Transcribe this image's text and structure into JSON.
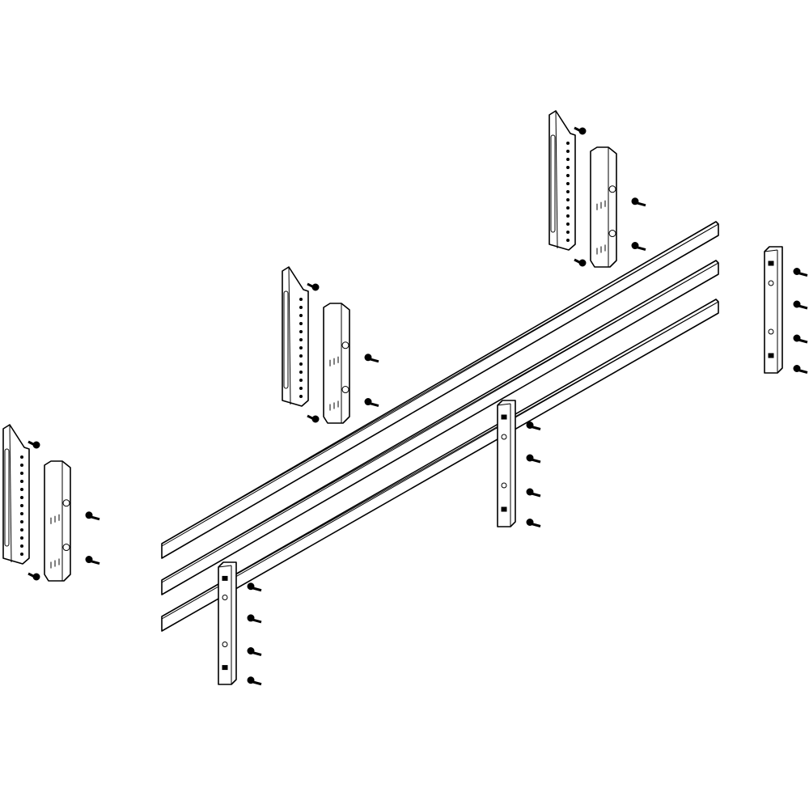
{
  "diagram": {
    "type": "exploded-assembly-drawing",
    "colors": {
      "line": "#000000",
      "fill": "#ffffff",
      "background": "#ffffff"
    },
    "components": {
      "busbars": 3,
      "vertical_supports": 3,
      "bracket_sets": 3
    }
  }
}
